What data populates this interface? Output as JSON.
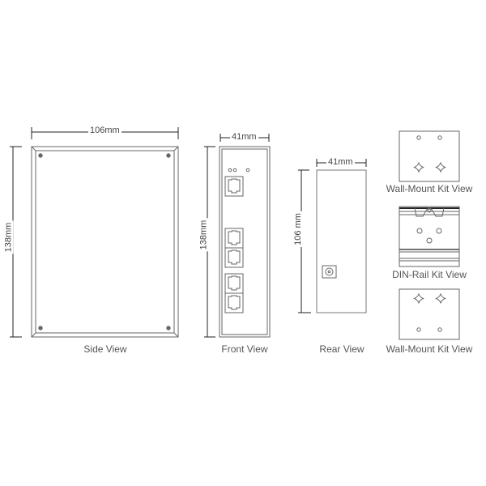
{
  "views": {
    "side": {
      "label": "Side View",
      "width_dim": "106mm",
      "height_dim": "138mm"
    },
    "front": {
      "label": "Front View",
      "width_dim": "41mm",
      "height_dim": "138mm",
      "rj45_ports": 5,
      "leds": 3
    },
    "rear": {
      "label": "Rear View",
      "width_dim": "41mm",
      "height_dim": "106 mm"
    },
    "wall_mount_top": {
      "label": "Wall-Mount Kit View"
    },
    "din_rail": {
      "label": "DIN-Rail Kit View"
    },
    "wall_mount_bottom": {
      "label": "Wall-Mount Kit View"
    }
  },
  "colors": {
    "line": "#555555",
    "dim_line": "#222222",
    "text": "#555555"
  }
}
